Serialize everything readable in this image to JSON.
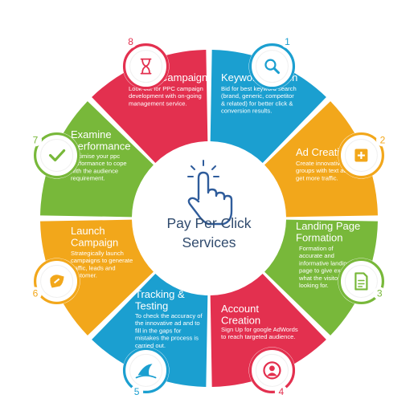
{
  "center": {
    "title_line1": "Pay Per Click",
    "title_line2": "Services",
    "icon": "hand-pointer-icon",
    "icon_color": "#2f5c9b"
  },
  "steps": [
    {
      "number": "1",
      "title": [
        "Keyword Search"
      ],
      "description": [
        "Bid for best keyword search",
        "(brand, generic, competitor",
        "& related) for better click &",
        "conversion results."
      ],
      "color": "#1b9fd0",
      "icon": "magnifier-icon"
    },
    {
      "number": "2",
      "title": [
        "Ad Creation"
      ],
      "description": [
        "Create innovative ad",
        "groups with text ads to",
        "get more traffic."
      ],
      "color": "#f2a71b",
      "icon": "plus-square-icon"
    },
    {
      "number": "3",
      "title": [
        "Landing Page",
        "Formation"
      ],
      "description": [
        "Formation of",
        "accurate and",
        "informative landing",
        "page to give exactly",
        "what the visitors are",
        "looking for."
      ],
      "color": "#78b83a",
      "icon": "document-icon"
    },
    {
      "number": "4",
      "title": [
        "Account",
        "Creation"
      ],
      "description": [
        "Sign Up for google AdWords",
        "to reach targeted audience."
      ],
      "color": "#e3304f",
      "icon": "user-icon"
    },
    {
      "number": "5",
      "title": [
        "Tracking &",
        "Testing"
      ],
      "description": [
        "To check the accuracy of",
        "the innovative ad and to",
        "fill in the gaps for",
        "mistakes the process is",
        "carried out."
      ],
      "color": "#1b9fd0",
      "icon": "shark-fin-icon"
    },
    {
      "number": "6",
      "title": [
        "Launch",
        "Campaign"
      ],
      "description": [
        "Strategically launch",
        "campaigns to generate",
        "traffic, leads and",
        "customer."
      ],
      "color": "#f2a71b",
      "icon": "tilted-square-icon"
    },
    {
      "number": "7",
      "title": [
        "Examine",
        "Performance"
      ],
      "description": [
        "Optimise your ppc",
        "performance to cope",
        "with the audience",
        "requirement."
      ],
      "color": "#78b83a",
      "icon": "checkmark-icon"
    },
    {
      "number": "8",
      "title": [
        "Asess Campaign"
      ],
      "description": [
        "Look out for PPC campaign",
        "development with on-going",
        "management service."
      ],
      "color": "#e3304f",
      "icon": "hourglass-icon"
    }
  ]
}
